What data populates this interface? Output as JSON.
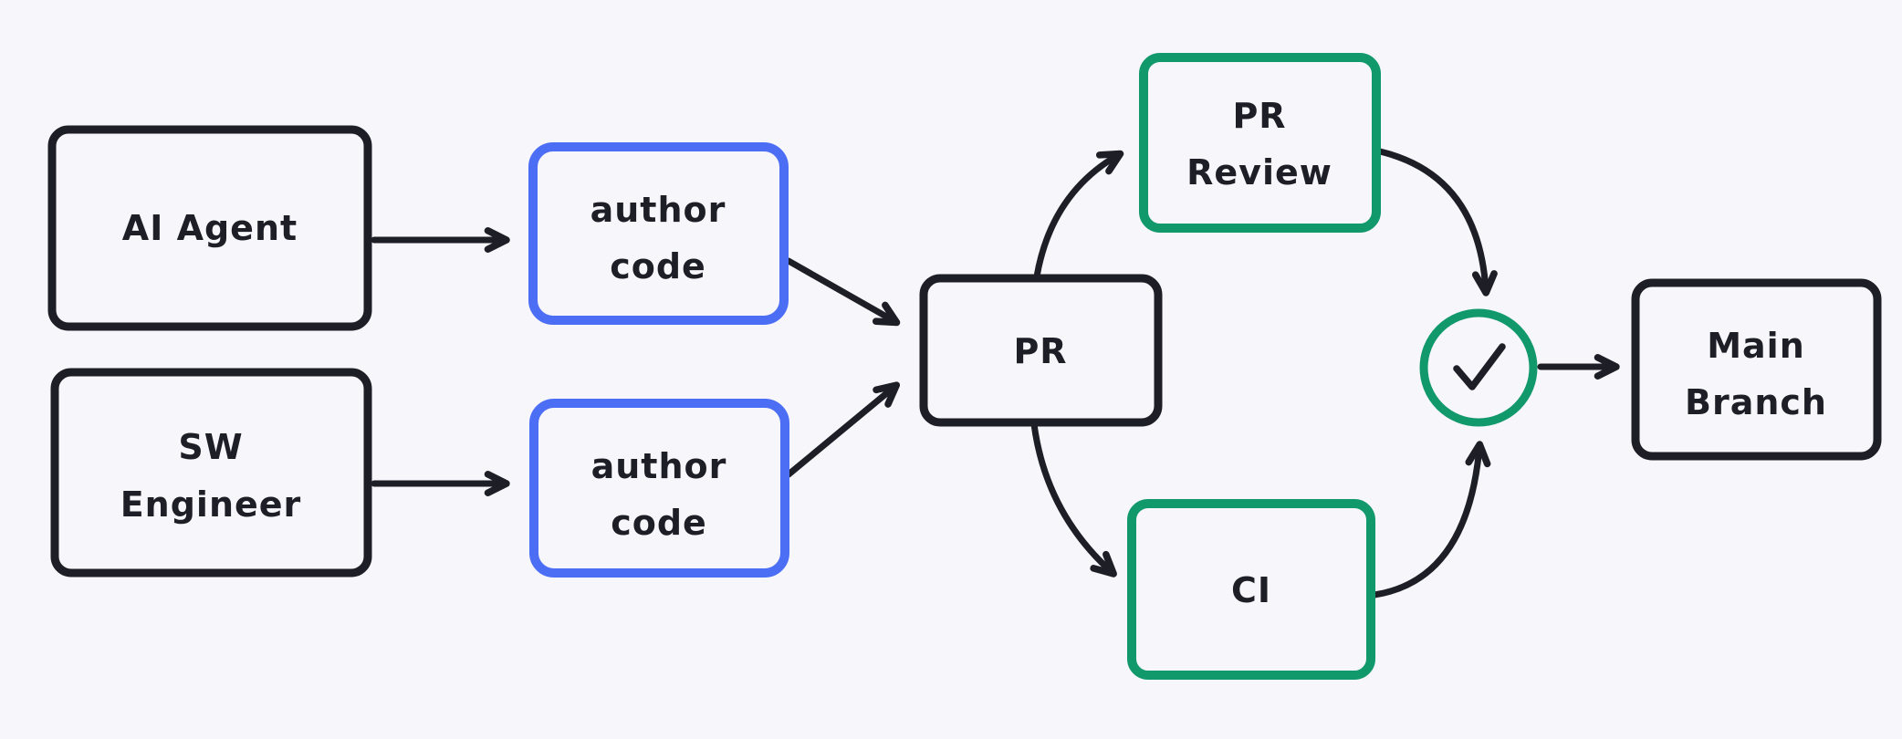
{
  "diagram": {
    "type": "flowchart",
    "background": "#f7f6fb",
    "colors": {
      "black": "#1e1e26",
      "blue": "#4c6ef5",
      "green": "#12996b"
    },
    "nodes": {
      "ai_agent": {
        "lines": [
          "AI Agent"
        ],
        "border": "black"
      },
      "sw_engineer": {
        "lines": [
          "SW",
          "Engineer"
        ],
        "border": "black"
      },
      "author_code_top": {
        "lines": [
          "author",
          "code"
        ],
        "border": "blue"
      },
      "author_code_bottom": {
        "lines": [
          "author",
          "code"
        ],
        "border": "blue"
      },
      "pr": {
        "lines": [
          "PR"
        ],
        "border": "black"
      },
      "pr_review": {
        "lines": [
          "PR",
          "Review"
        ],
        "border": "green"
      },
      "ci": {
        "lines": [
          "CI"
        ],
        "border": "green"
      },
      "approval_check": {
        "icon": "check-icon",
        "border": "green"
      },
      "main_branch": {
        "lines": [
          "Main",
          "Branch"
        ],
        "border": "black"
      }
    },
    "edges": [
      {
        "from": "ai_agent",
        "to": "author_code_top"
      },
      {
        "from": "sw_engineer",
        "to": "author_code_bottom"
      },
      {
        "from": "author_code_top",
        "to": "pr"
      },
      {
        "from": "author_code_bottom",
        "to": "pr"
      },
      {
        "from": "pr",
        "to": "pr_review"
      },
      {
        "from": "pr",
        "to": "ci"
      },
      {
        "from": "pr_review",
        "to": "approval_check"
      },
      {
        "from": "ci",
        "to": "approval_check"
      },
      {
        "from": "approval_check",
        "to": "main_branch"
      }
    ]
  }
}
